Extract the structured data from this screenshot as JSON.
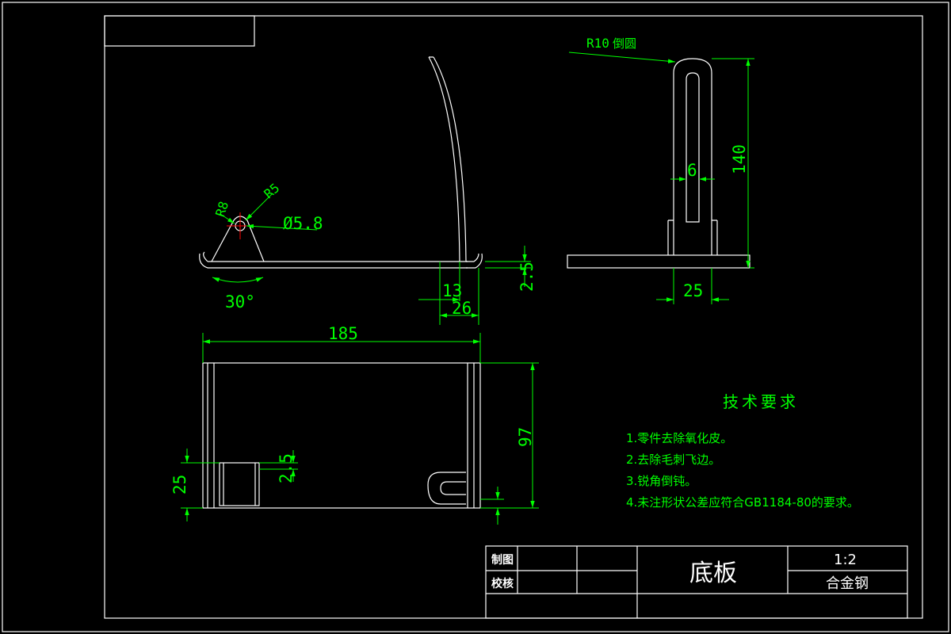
{
  "title_block": {
    "drawn_label": "制图",
    "checked_label": "校核",
    "part_name": "底板",
    "scale": "1:2",
    "material": "合金钢"
  },
  "technical_requirements": {
    "title": "技术要求",
    "items": [
      "1.零件去除氧化皮。",
      "2.去除毛刺飞边。",
      "3.锐角倒钝。",
      "4.未注形状公差应符合GB1184-80的要求。"
    ]
  },
  "dimensions": {
    "fillet_r10": "R10",
    "fillet_r10_note": "倒圆",
    "height_140": "140",
    "slot_6": "6",
    "width_25_side": "25",
    "r8": "R8",
    "r5": "R5",
    "hole_dia": "Ø5.8",
    "angle_30": "30°",
    "d13": "13",
    "d26": "26",
    "t2_5_front": "2.5",
    "length_185": "185",
    "width_97": "97",
    "d25_plan": "25",
    "t2_5_plan": "2.5"
  }
}
